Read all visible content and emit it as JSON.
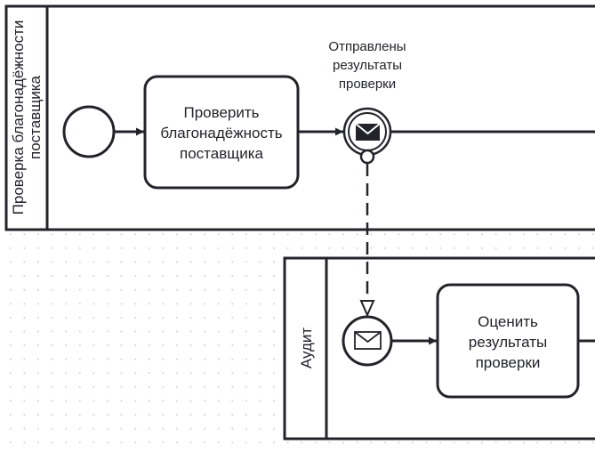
{
  "diagram": {
    "type": "BPMN collaboration",
    "pools": [
      {
        "id": "pool-supplier-check",
        "label_line1": "Проверка благонадёжности",
        "label_line2": "поставщика",
        "elements": {
          "start_event": {
            "type": "start-event",
            "label": ""
          },
          "task": {
            "type": "task",
            "lines": [
              "Проверить",
              "благонадёжность",
              "поставщика"
            ]
          },
          "throw_event": {
            "type": "intermediate-message-throw-event",
            "lines": [
              "Отправлены",
              "результаты",
              "проверки"
            ]
          }
        }
      },
      {
        "id": "pool-audit",
        "label": "Аудит",
        "elements": {
          "catch_event": {
            "type": "message-start-event",
            "label": ""
          },
          "task": {
            "type": "task",
            "lines": [
              "Оценить",
              "результаты",
              "проверки"
            ]
          }
        }
      }
    ],
    "flows": [
      {
        "type": "sequence",
        "from": "start_event",
        "to": "task-check"
      },
      {
        "type": "sequence",
        "from": "task-check",
        "to": "throw_event"
      },
      {
        "type": "sequence",
        "from": "throw_event",
        "to": "offscreen-right"
      },
      {
        "type": "message",
        "from": "throw_event",
        "to": "catch_event"
      },
      {
        "type": "sequence",
        "from": "catch_event",
        "to": "task-evaluate"
      },
      {
        "type": "sequence",
        "from": "task-evaluate",
        "to": "offscreen-right"
      }
    ],
    "colors": {
      "stroke": "#22242a",
      "background": "#ffffff",
      "grid_dot": "#d6d6d6"
    }
  }
}
